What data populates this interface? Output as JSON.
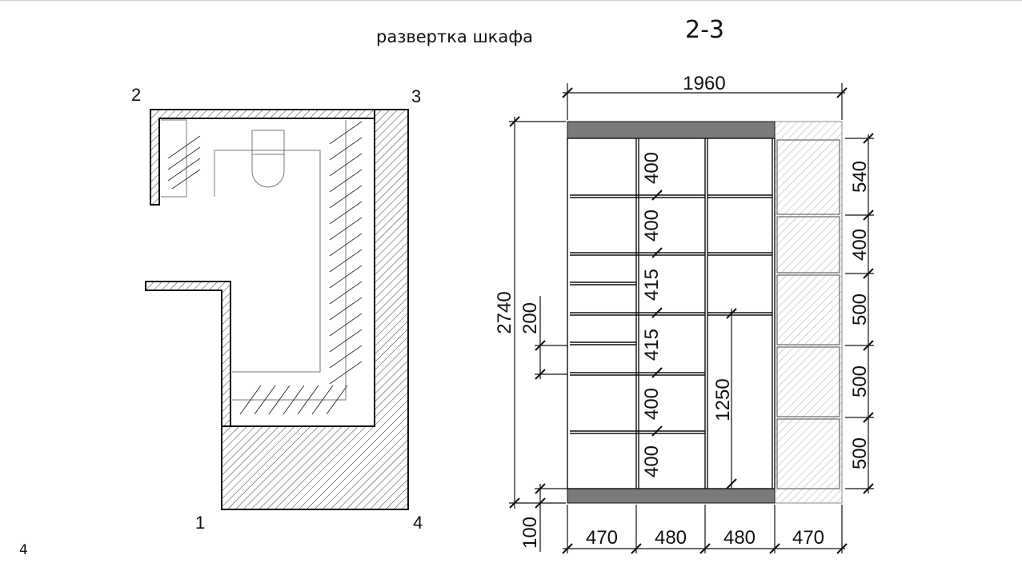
{
  "title": "развертка шкафа",
  "section_label": "2-3",
  "page_number": "4",
  "plan": {
    "corners": [
      "1",
      "2",
      "3",
      "4"
    ]
  },
  "elevation": {
    "overall_width": "1960",
    "overall_height": "2740",
    "plinth_height": "100",
    "column_widths": [
      "470",
      "480",
      "480",
      "470"
    ],
    "shelf_heights": [
      "400",
      "400",
      "415",
      "415",
      "400",
      "400"
    ],
    "drawer_height": "200",
    "hanging_height": "1250",
    "right_section_heights": [
      "540",
      "400",
      "500",
      "500",
      "500"
    ]
  },
  "colors": {
    "line": "#111111",
    "plinth_fill": "#7a7a7a",
    "hatch": "#222222"
  }
}
